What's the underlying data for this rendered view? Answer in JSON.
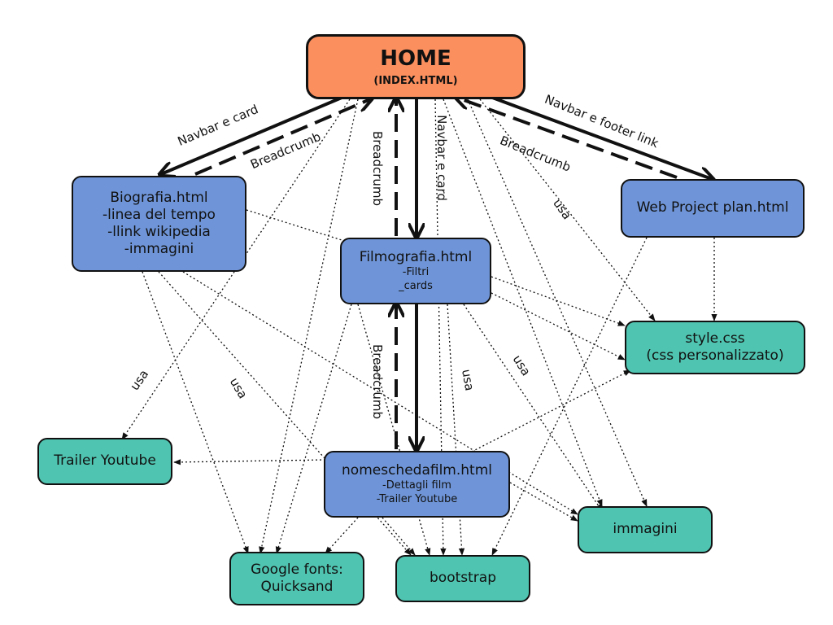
{
  "nodes": {
    "home": {
      "title": "HOME",
      "sub": "(INDEX.HTML)"
    },
    "biografia": {
      "title": "Biografia.html",
      "lines": [
        "-linea del tempo",
        "-llink wikipedia",
        "-immagini"
      ]
    },
    "filmografia": {
      "title": "Filmografia.html",
      "lines": [
        "-Filtri",
        "_cards"
      ]
    },
    "webproject": {
      "title": "Web Project plan.html"
    },
    "style": {
      "title": "style.css",
      "lines": [
        "(css personalizzato)"
      ]
    },
    "trailer": {
      "title": "Trailer Youtube"
    },
    "scheda": {
      "title": "nomeschedafilm.html",
      "lines": [
        "-Dettagli  film",
        "-Trailer Youtube"
      ]
    },
    "immagini": {
      "title": "immagini"
    },
    "fonts": {
      "title": "Google fonts:",
      "lines": [
        "Quicksand"
      ]
    },
    "bootstrap": {
      "title": "bootstrap"
    }
  },
  "labels": {
    "navbar_card_left": "Navbar e card",
    "breadcrumb_left": "Breadcrumb",
    "breadcrumb_center_top": "Breadcrumb",
    "navbar_card_center": "Navbar e card",
    "breadcrumb_right": "Breadcrumb",
    "navbar_footer": "Navbar e footer link",
    "usa_right": "usa",
    "usa_left1": "usa",
    "usa_left2": "usa",
    "usa_center": "usa",
    "usa_center2": "usa",
    "breadcrumb_center_bottom": "Breadcrumb"
  },
  "colors": {
    "home": "#fb8f5e",
    "page": "#6f95d8",
    "resource": "#4fc4b0"
  }
}
